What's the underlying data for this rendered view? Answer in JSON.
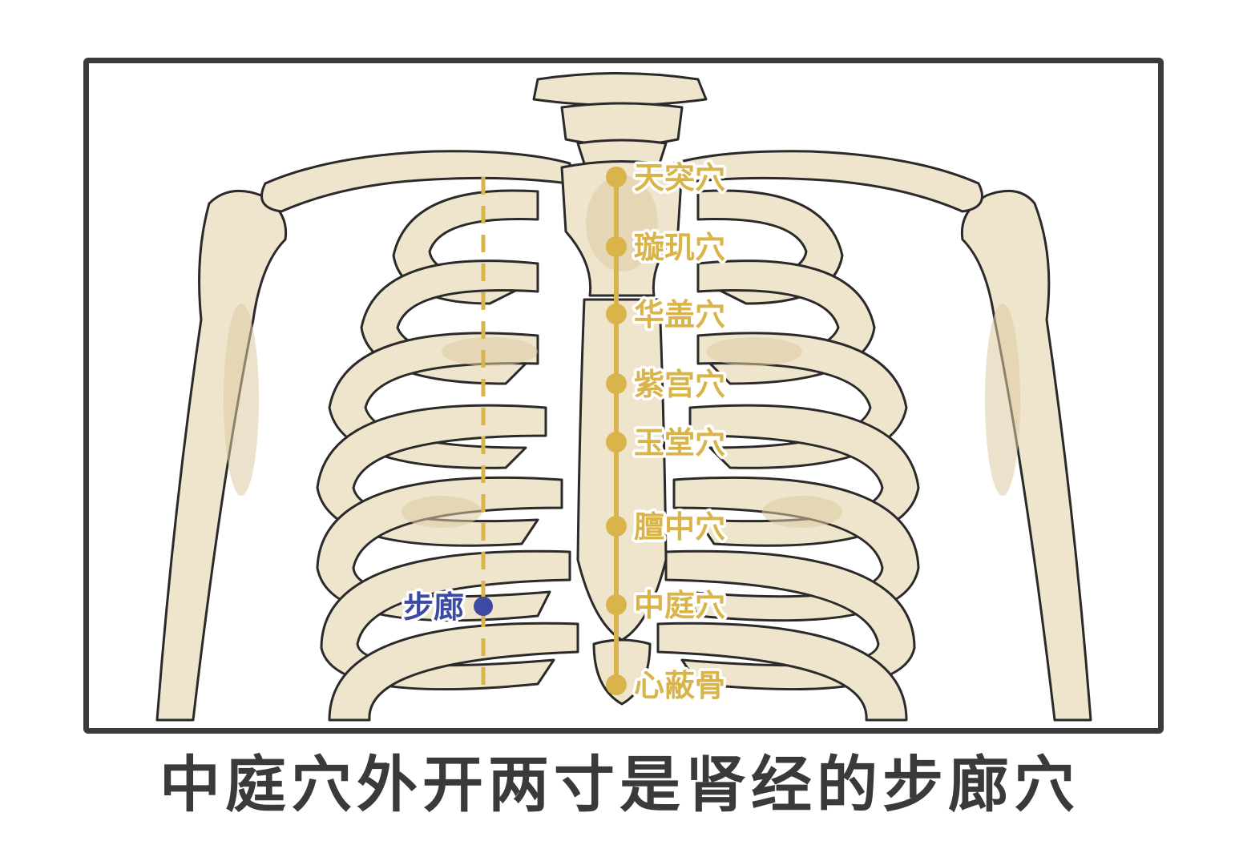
{
  "title": "中庭穴外开两寸是肾经的步廊穴",
  "colors": {
    "meridian": "#d8b44a",
    "kidney_point": "#3d4aa3",
    "bone_fill": "#efe4cc",
    "bone_shade": "#dccaa3",
    "outline": "#2a2a2a",
    "frame": "#3b3b3b"
  },
  "ren_meridian_points": [
    {
      "id": "tiantu",
      "label": "天突穴"
    },
    {
      "id": "xuanji",
      "label": "璇玑穴"
    },
    {
      "id": "huagai",
      "label": "华盖穴"
    },
    {
      "id": "zigong",
      "label": "紫宫穴"
    },
    {
      "id": "yutang",
      "label": "玉堂穴"
    },
    {
      "id": "danzhong",
      "label": "膻中穴"
    },
    {
      "id": "zhongting",
      "label": "中庭穴"
    },
    {
      "id": "xinbigu",
      "label": "心蔽骨"
    }
  ],
  "kidney_point": {
    "id": "bulang",
    "label": "步廊"
  }
}
